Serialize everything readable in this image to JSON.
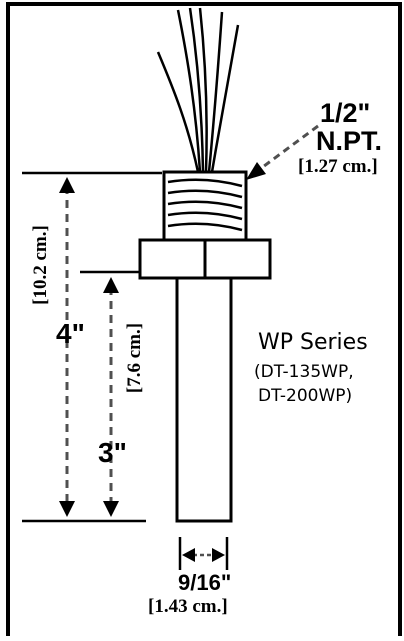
{
  "diagram": {
    "thread": {
      "main": "1/2\"",
      "sub": "N.PT.",
      "metric": "[1.27 cm.]"
    },
    "overall_length": {
      "main": "4\"",
      "metric": "[10.2 cm.]"
    },
    "probe_length": {
      "main": "3\"",
      "metric": "[7.6 cm.]"
    },
    "diameter": {
      "main": "9/16\"",
      "metric": "[1.43 cm.]"
    },
    "series": {
      "name": "WP Series",
      "models_line1": "(DT-135WP,",
      "models_line2": "DT-200WP)"
    }
  },
  "colors": {
    "outline": "#000000",
    "dashed": "#505050",
    "background": "#ffffff"
  }
}
